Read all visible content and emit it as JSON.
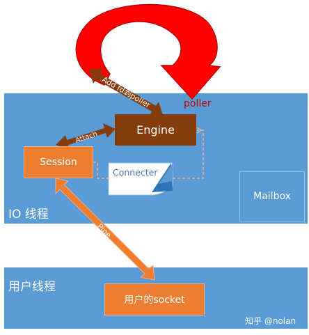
{
  "io_thread": {
    "label": "IO 线程",
    "engine": "Engine",
    "session": "Session",
    "connecter": "Connecter",
    "mailbox": "Mailbox",
    "poller": "poller"
  },
  "user_thread": {
    "label": "用户线程",
    "socket": "用户的socket"
  },
  "arrows": {
    "add_fd": "Add fd到poller",
    "attach": "Attach",
    "pipe": "Pipe"
  },
  "watermark": "知乎 @nolan",
  "colors": {
    "panel": "#5b9bd5",
    "engine": "#843c0c",
    "session": "#ed7d31",
    "poller_loop": "#ff0000",
    "connector_link": "#f4b183"
  }
}
